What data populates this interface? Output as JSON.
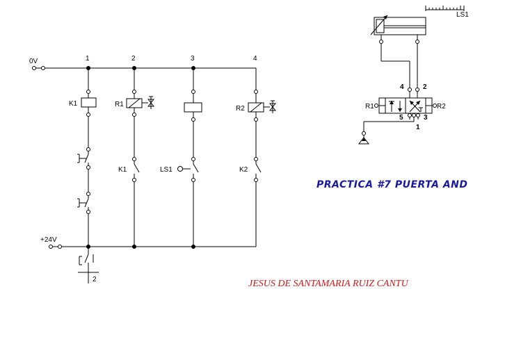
{
  "ladder": {
    "supply_top_label": "0V",
    "supply_bottom_label": "+24V",
    "rung_numbers": [
      "1",
      "2",
      "3",
      "4"
    ],
    "coils": {
      "k1": "K1",
      "r1": "R1",
      "r2": "R2"
    },
    "contacts": {
      "k1": "K1",
      "ls1": "LS1",
      "k2": "K2"
    },
    "bottom_ref": "2"
  },
  "pneumatic": {
    "limit_switch_label": "LS1",
    "valve_solenoid_left": "R1",
    "valve_solenoid_right": "R2",
    "port_4": "4",
    "port_2": "2",
    "port_5": "5",
    "port_3": "3",
    "port_1": "1"
  },
  "titles": {
    "practice": "PRACTICA #7 PUERTA AND",
    "author": "JESUS DE SANTAMARIA RUIZ CANTU"
  },
  "colors": {
    "practice_title": "#1a1a9c",
    "author_title": "#d01818"
  }
}
